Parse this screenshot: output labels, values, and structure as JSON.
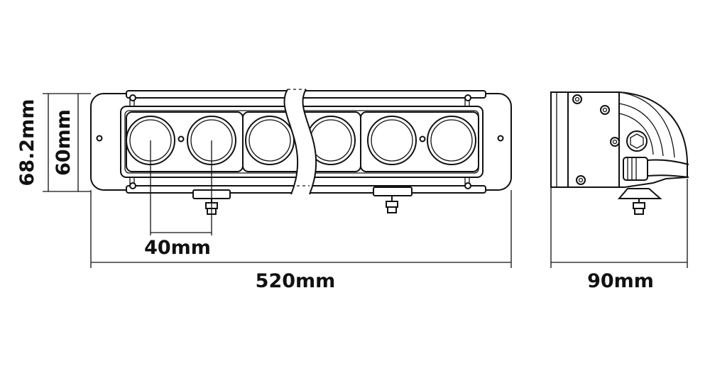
{
  "dimensions": {
    "total_height": "68.2mm",
    "lens_height": "60mm",
    "lens_spacing": "40mm",
    "total_length": "520mm",
    "depth": "90mm"
  },
  "colors": {
    "line": "#111111",
    "background": "#ffffff"
  }
}
